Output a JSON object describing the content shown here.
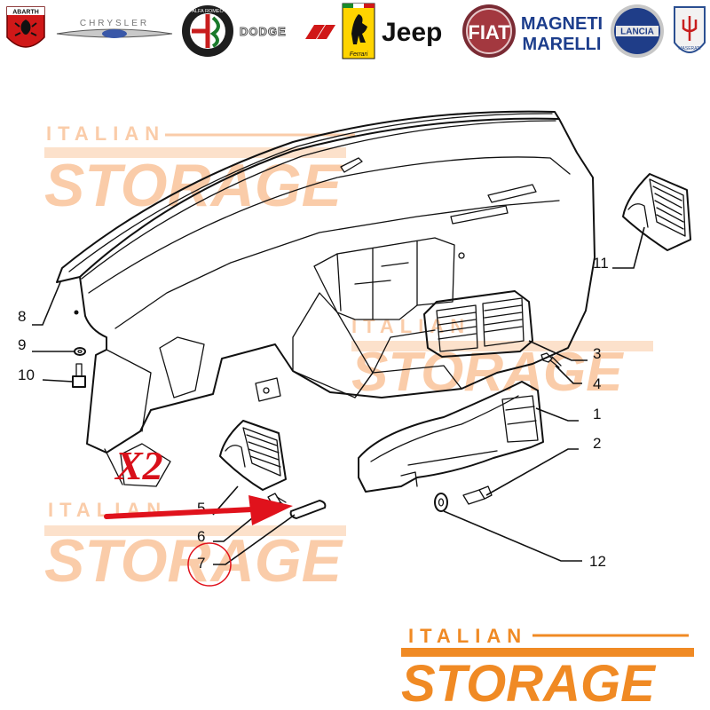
{
  "brands": [
    {
      "name": "Abarth",
      "label": "ABARTH",
      "icon": "abarth-scorpion-icon"
    },
    {
      "name": "Chrysler",
      "label": "CHRYSLER",
      "icon": "chrysler-wings-icon"
    },
    {
      "name": "Alfa Romeo",
      "label": "ALFA ROMEO",
      "icon": "alfa-romeo-badge-icon"
    },
    {
      "name": "Dodge",
      "label": "DODGE",
      "icon": "dodge-stripes-icon"
    },
    {
      "name": "Ferrari",
      "label": "Ferrari",
      "icon": "prancing-horse-icon"
    },
    {
      "name": "Jeep",
      "label": "Jeep",
      "icon": "jeep-wordmark"
    },
    {
      "name": "Fiat",
      "label": "FIAT",
      "icon": "fiat-badge-icon"
    },
    {
      "name": "Magneti Marelli",
      "label_line1": "MAGNETI",
      "label_line2": "MARELLI",
      "icon": "magneti-marelli-wordmark"
    },
    {
      "name": "Lancia",
      "label": "LANCIA",
      "icon": "lancia-badge-icon"
    },
    {
      "name": "Maserati",
      "label": "MASERATI",
      "icon": "maserati-trident-icon"
    }
  ],
  "watermark": {
    "small": "ITALIAN",
    "big": "STORAGE",
    "color": "#f7a463"
  },
  "logo": {
    "small": "ITALIAN",
    "big": "STORAGE",
    "color": "#f08a24"
  },
  "diagram": {
    "callouts": [
      "1",
      "2",
      "3",
      "4",
      "5",
      "6",
      "7",
      "8",
      "9",
      "10",
      "11",
      "12"
    ],
    "multiplier": "X2",
    "highlighted_part": "7",
    "accent": "#e0121c"
  }
}
